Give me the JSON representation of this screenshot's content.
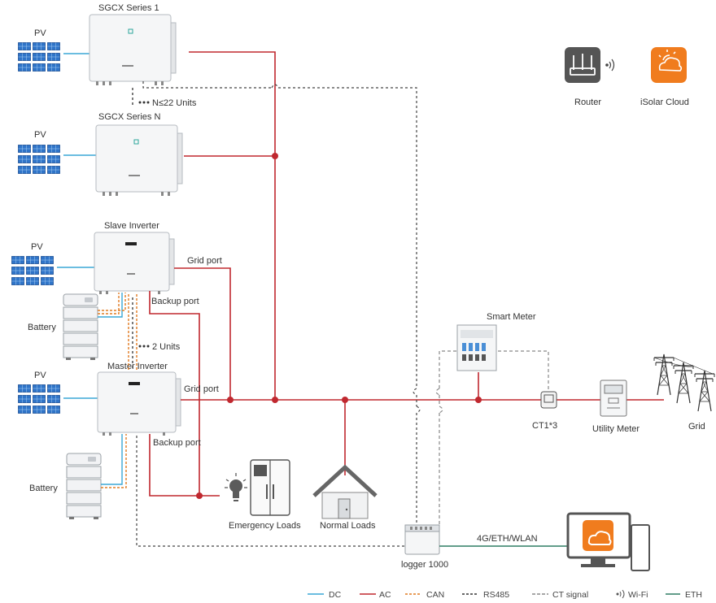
{
  "labels": {
    "sgcx_series_1": "SGCX  Series  1",
    "sgcx_series_n": "SGCX  Series  N",
    "units_22": "N≤22 Units",
    "slave_inverter": "Slave Inverter",
    "master_inverter": "Master Inverter",
    "units_2": "2 Units",
    "grid_port": "Grid port",
    "backup_port": "Backup port",
    "pv": "PV",
    "battery": "Battery",
    "router": "Router",
    "isolar_cloud": "iSolar Cloud",
    "smart_meter": "Smart Meter",
    "ct": "CT1*3",
    "utility_meter": "Utility Meter",
    "grid": "Grid",
    "emergency_loads": "Emergency Loads",
    "normal_loads": "Normal Loads",
    "logger": "logger 1000",
    "network": "4G/ETH/WLAN"
  },
  "legend": [
    {
      "label": "DC",
      "color": "#3aa7d6",
      "style": "solid"
    },
    {
      "label": "AC",
      "color": "#c0282f",
      "style": "solid"
    },
    {
      "label": "CAN",
      "color": "#e07b22",
      "style": "dashed"
    },
    {
      "label": "RS485",
      "color": "#333333",
      "style": "dashed"
    },
    {
      "label": "CT signal",
      "color": "#888888",
      "style": "dashed"
    },
    {
      "label": "Wi-Fi",
      "color": "#555555",
      "style": "wifi"
    },
    {
      "label": "ETH",
      "color": "#2e7d63",
      "style": "solid"
    }
  ],
  "colors": {
    "dc": "#3aa7d6",
    "ac": "#c0282f",
    "can": "#e07b22",
    "rs485": "#333333",
    "ct_signal": "#888888",
    "eth": "#2e7d63",
    "cloud_brand": "#f07c1e",
    "router_dark": "#555555"
  },
  "icons": [
    "solar-panel-icon",
    "inverter-icon",
    "battery-stack-icon",
    "router-icon",
    "isolar-cloud-icon",
    "smart-meter-icon",
    "ct-clamp-icon",
    "utility-meter-icon",
    "transmission-tower-icon",
    "light-bulb-icon",
    "refrigerator-icon",
    "house-icon",
    "logger-icon",
    "monitor-icon"
  ]
}
